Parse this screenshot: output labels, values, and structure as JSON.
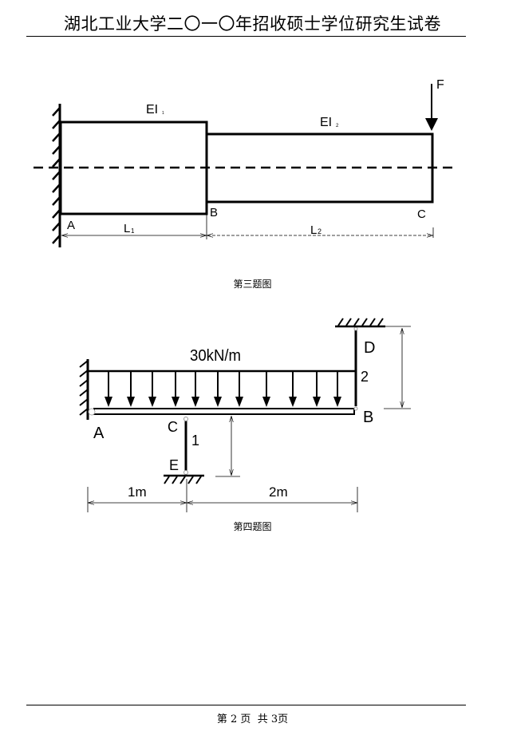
{
  "header": {
    "title": "湖北工业大学二〇一〇年招收硕士学位研究生试卷"
  },
  "figure3": {
    "caption": "第三题图",
    "labels": {
      "ei1": "EI",
      "ei1_sub": "1",
      "ei2": "EI",
      "ei2_sub": "2",
      "a": "A",
      "b": "B",
      "c": "C",
      "l1": "L",
      "l1_sub": "1",
      "l2": "L",
      "l2_sub": "2",
      "f": "F"
    }
  },
  "figure4": {
    "caption": "第四题图",
    "labels": {
      "load": "30kN/m",
      "a": "A",
      "b": "B",
      "c": "C",
      "d": "D",
      "e": "E",
      "rod1": "1",
      "rod2": "2",
      "dim1": "1m",
      "dim2": "2m"
    }
  },
  "footer": {
    "page_text": "第 2 页  共 3页"
  }
}
